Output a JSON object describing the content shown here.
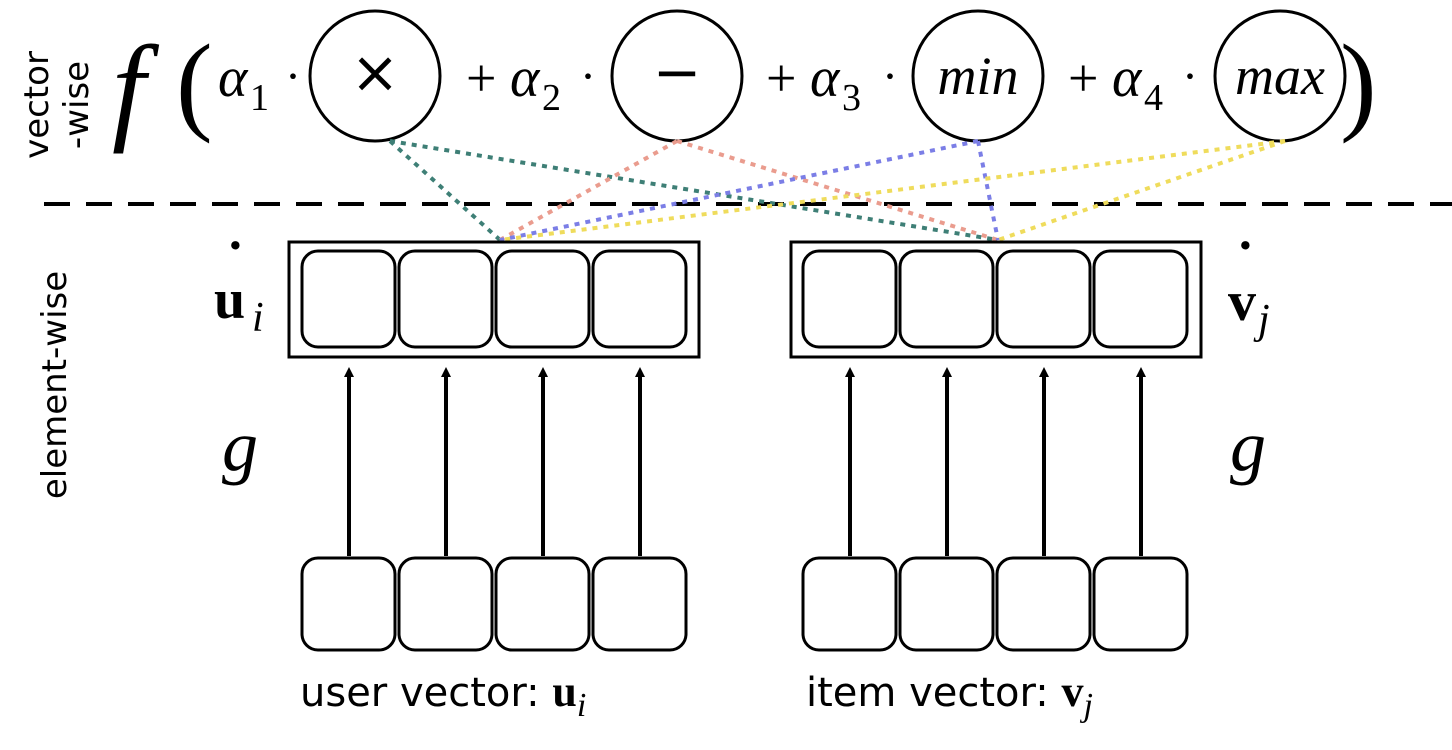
{
  "side_labels": {
    "vector_line1": "vector",
    "vector_line2": "-wise",
    "element": "element-wise"
  },
  "formula": {
    "f": "f",
    "open_paren": "(",
    "close_paren": ")",
    "terms": [
      {
        "coef": "α",
        "sub": "1",
        "plus": "",
        "op": "×",
        "op_italic": false
      },
      {
        "coef": "α",
        "sub": "2",
        "plus": "+",
        "op": "−",
        "op_italic": false
      },
      {
        "coef": "α",
        "sub": "3",
        "plus": "+",
        "op": "min",
        "op_italic": true
      },
      {
        "coef": "α",
        "sub": "4",
        "plus": "+",
        "op": "max",
        "op_italic": true
      }
    ],
    "dot": "·"
  },
  "line_colors": [
    "#3e7f76",
    "#ea9c8e",
    "#7b7ee6",
    "#efdc5c"
  ],
  "user": {
    "transformed_symbol": "u",
    "transformed_sub": "i",
    "g_label": "g",
    "caption_text": "user vector: ",
    "caption_symbol": "u",
    "caption_sub": "i",
    "cell_count": 4
  },
  "item": {
    "transformed_symbol": "v",
    "transformed_sub": "j",
    "g_label": "g",
    "caption_text": "item vector: ",
    "caption_symbol": "v",
    "caption_sub": "j",
    "cell_count": 4
  }
}
